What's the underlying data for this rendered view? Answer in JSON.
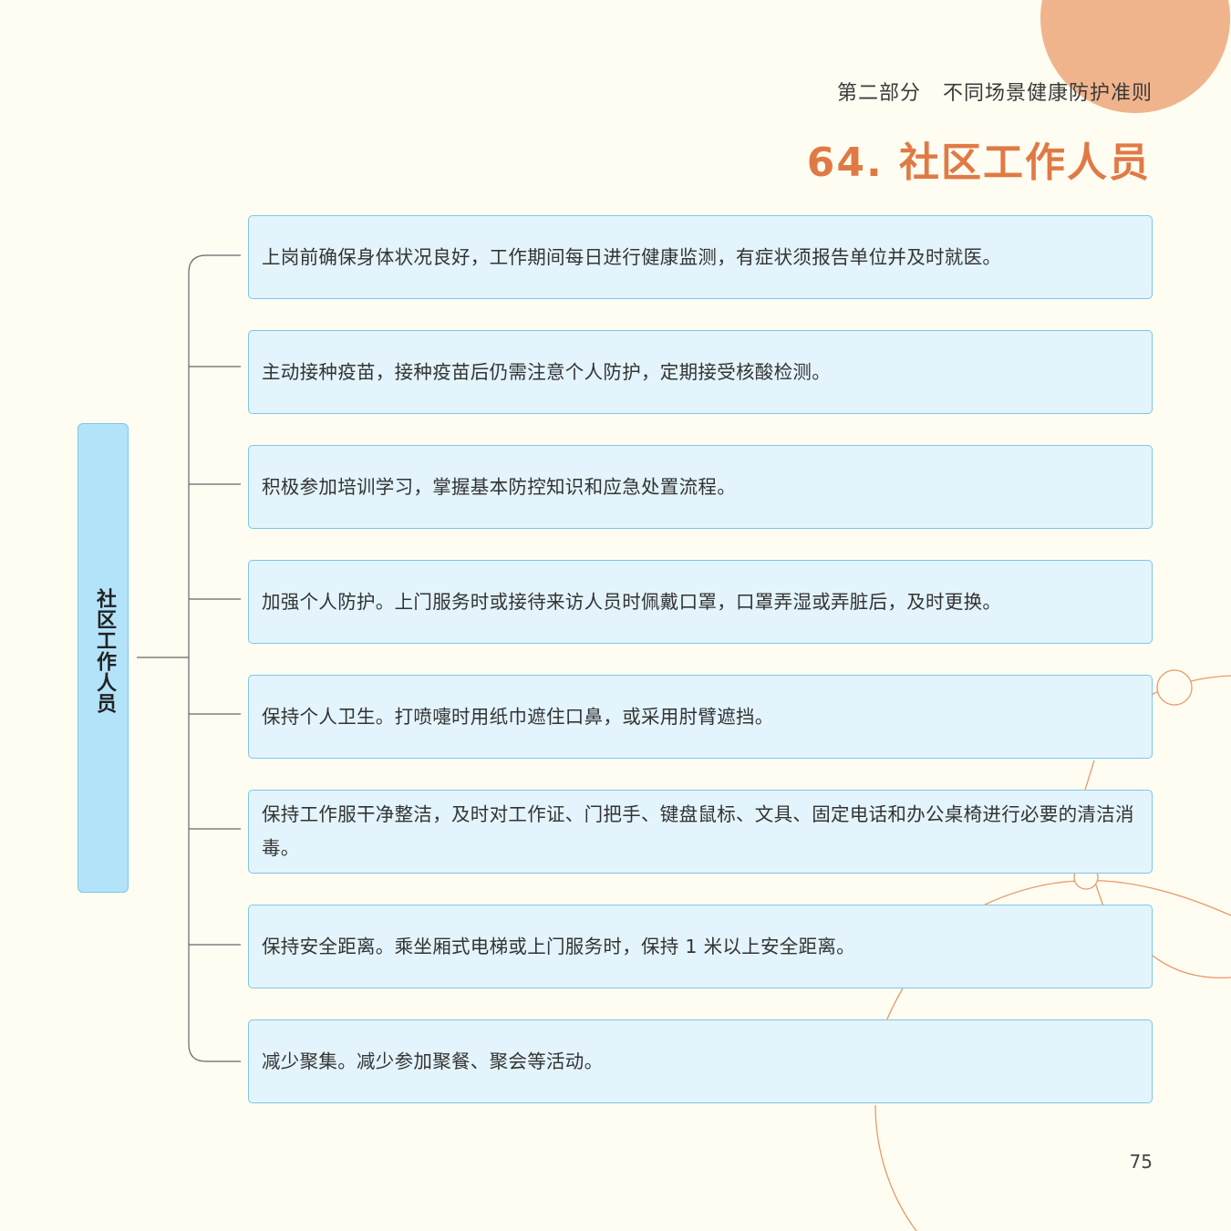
{
  "header": {
    "section_part": "第二部分",
    "section_title": "不同场景健康防护准则"
  },
  "page_title": "64. 社区工作人员",
  "root_node": {
    "label": "社区工作人员"
  },
  "items": [
    {
      "text": "上岗前确保身体状况良好，工作期间每日进行健康监测，有症状须报告单位并及时就医。"
    },
    {
      "text": "主动接种疫苗，接种疫苗后仍需注意个人防护，定期接受核酸检测。"
    },
    {
      "text": "积极参加培训学习，掌握基本防控知识和应急处置流程。"
    },
    {
      "text": "加强个人防护。上门服务时或接待来访人员时佩戴口罩，口罩弄湿或弄脏后，及时更换。"
    },
    {
      "text": "保持个人卫生。打喷嚏时用纸巾遮住口鼻，或采用肘臂遮挡。"
    },
    {
      "text": "保持工作服干净整洁，及时对工作证、门把手、键盘鼠标、文具、固定电话和办公桌椅进行必要的清洁消毒。"
    },
    {
      "text": "保持安全距离。乘坐厢式电梯或上门服务时，保持 1 米以上安全距离。"
    },
    {
      "text": "减少聚集。减少参加聚餐、聚会等活动。"
    }
  ],
  "page_number": "75",
  "colors": {
    "accent": "#e07a45",
    "decor_circle": "#f0b48c",
    "card_fill": "#e3f4fc",
    "card_border": "#7cc7e8",
    "root_fill": "#b3e3f9",
    "background": "#fffdf2"
  }
}
